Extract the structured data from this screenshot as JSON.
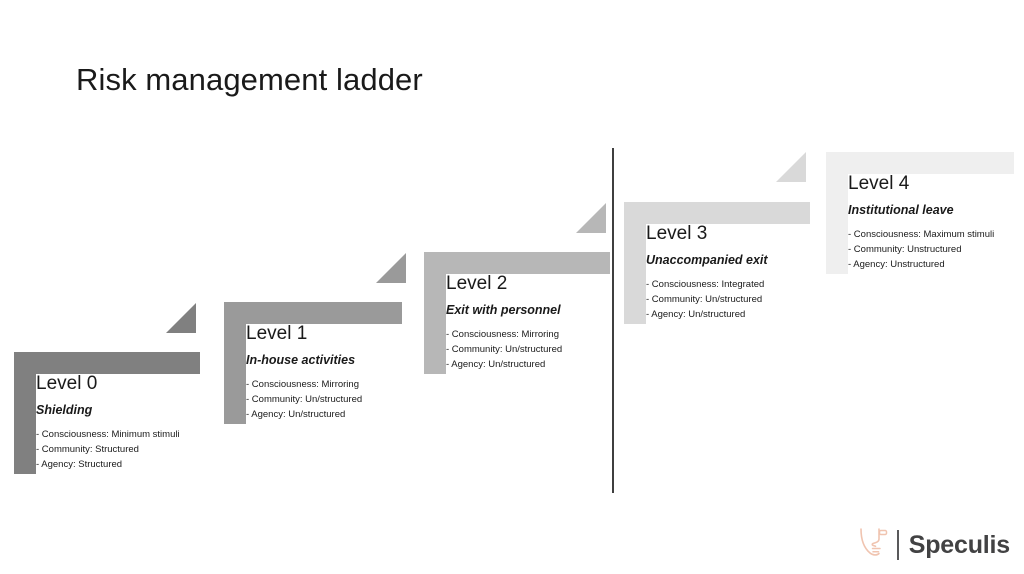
{
  "slide": {
    "title": "Risk management ladder",
    "background_color": "#ffffff"
  },
  "diagram": {
    "type": "ladder-staircase",
    "attribute_labels": [
      "Consciousness",
      "Community",
      "Agency"
    ],
    "divider_color": "#3f3f3f",
    "levels": [
      {
        "name": "Level 0",
        "subtitle": "Shielding",
        "color": "#808080",
        "attrs": [
          "- Consciousness: Minimum stimuli",
          "- Community: Structured",
          "- Agency: Structured"
        ]
      },
      {
        "name": "Level 1",
        "subtitle": "In-house activities",
        "color": "#9a9a9a",
        "attrs": [
          "- Consciousness: Mirroring",
          "- Community: Un/structured",
          "- Agency: Un/structured"
        ]
      },
      {
        "name": "Level 2",
        "subtitle": "Exit with personnel",
        "color": "#b7b7b7",
        "attrs": [
          "- Consciousness: Mirroring",
          "- Community: Un/structured",
          "- Agency: Un/structured"
        ]
      },
      {
        "name": "Level 3",
        "subtitle": "Unaccompanied exit",
        "color": "#d9d9d9",
        "attrs": [
          "- Consciousness: Integrated",
          "- Community: Un/structured",
          "- Agency: Un/structured"
        ]
      },
      {
        "name": "Level 4",
        "subtitle": "Institutional leave",
        "color": "#efefef",
        "attrs": [
          "- Consciousness: Maximum stimuli",
          "- Community: Unstructured",
          "- Agency: Unstructured"
        ]
      }
    ]
  },
  "logo": {
    "name": "Speculis",
    "mark": "face-profile-icon",
    "mark_color": "#f0c4b0",
    "text_color": "#424243"
  }
}
